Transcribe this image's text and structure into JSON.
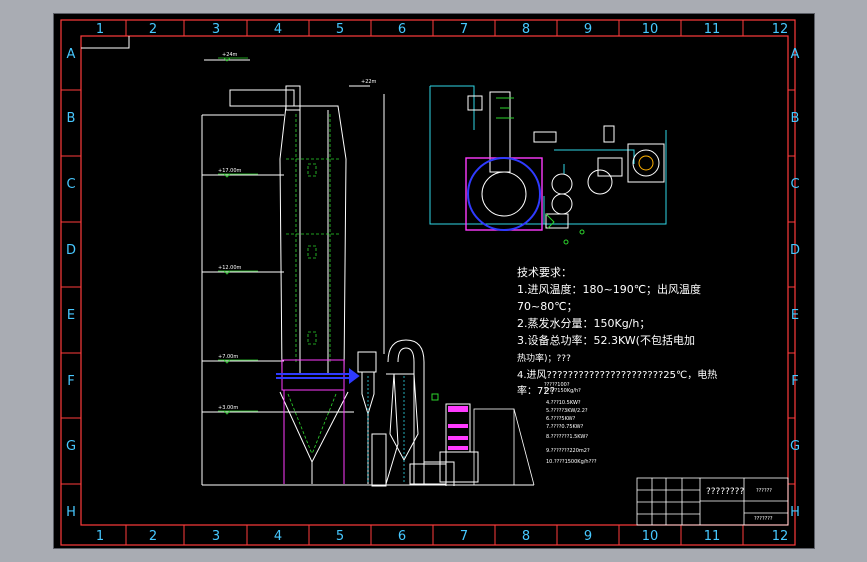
{
  "colors": {
    "background": "#000000",
    "frame": "#ff3b3b",
    "grid_text": "#47c8ff",
    "drawing_white": "#ffffff",
    "equipment_green": "#2dd52d",
    "equipment_magenta": "#ff3bff",
    "piping_cyan": "#2fd6e6",
    "piping_blue": "#2f3bff",
    "note_text": "#ffffff"
  },
  "grid": {
    "columns": [
      "1",
      "2",
      "3",
      "4",
      "5",
      "6",
      "7",
      "8",
      "9",
      "10",
      "11",
      "12"
    ],
    "rows": [
      "A",
      "B",
      "C",
      "D",
      "E",
      "F",
      "G",
      "H"
    ]
  },
  "elevations": [
    "+24m",
    "+22m",
    "+17.00m",
    "+12.00m",
    "+7.00m",
    "+3.00m"
  ],
  "tech_notes": {
    "heading": "技术要求：",
    "lines": [
      "1.进风温度：180~190℃；出风温度",
      "70~80℃；",
      "2.蒸发水分量：150Kg/h；",
      "3.设备总功率：52.3KW(不包括电加",
      "热功率)；???",
      "4.进风??????????????????????25℃，电热",
      "率：72?",
      "?????100?",
      "?????150Kg/h?",
      "4.???10.5KW?",
      "5.?????3KW/2.2?",
      "6.????5KW?",
      "7.????0.75KW?",
      "8.???????1.5KW?",
      "9.???????220m2?",
      "10.????1500Kg/h???"
    ]
  },
  "title_block": {
    "title": "????????",
    "drawing_no": "??????",
    "scale": "???????"
  }
}
